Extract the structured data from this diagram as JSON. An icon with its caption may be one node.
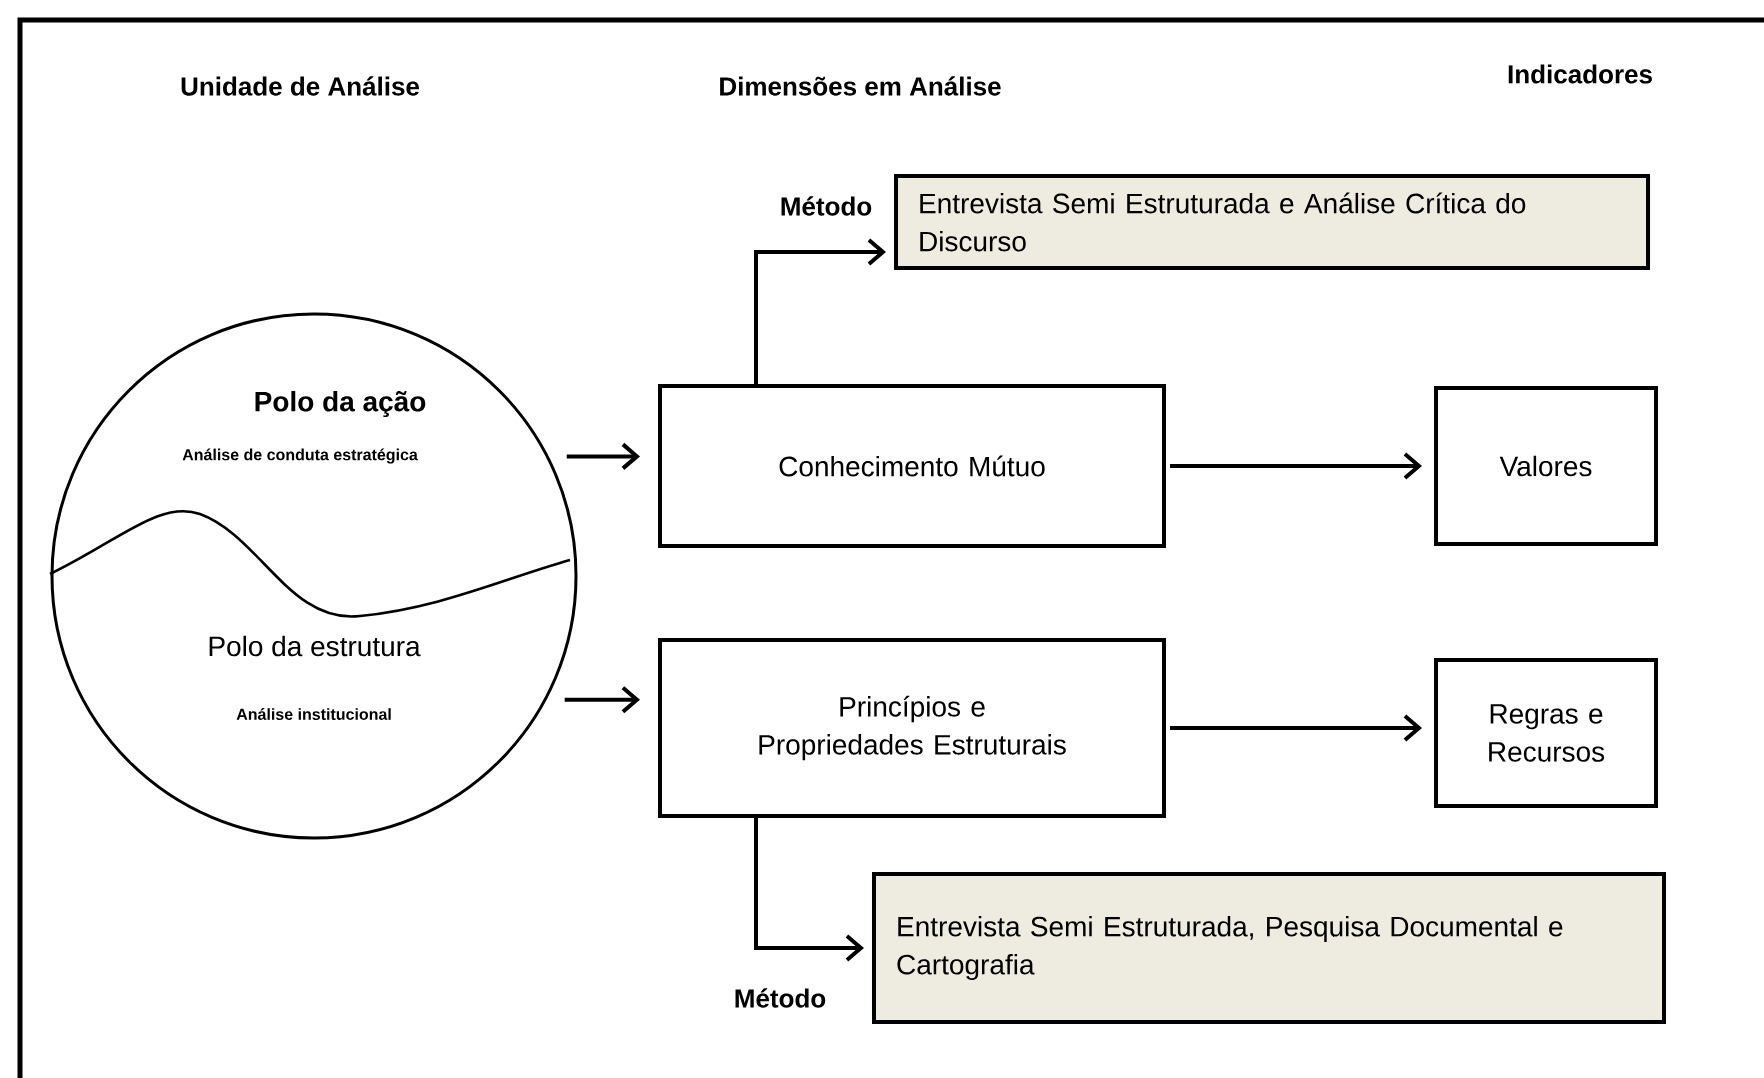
{
  "diagram": {
    "nodes": [
      {
        "text": [
          "Polo da ação",
          "Análise de conduta estratégica",
          "Polo da estrutura",
          "Análise institucional"
        ]
      },
      {
        "text": [
          "Conhecimento Mútuo"
        ]
      },
      {
        "text": [
          "Valores"
        ]
      },
      {
        "text": [
          "Princípios e Propriedades Estruturais"
        ]
      },
      {
        "text": [
          "Regras e Recursos"
        ]
      },
      {
        "text": [
          "Entrevista Semi Estruturada e Análise Crítica do Discurso"
        ]
      },
      {
        "text": [
          "Entrevista Semi Estruturada, Pesquisa Documental e Cartografia"
        ]
      }
    ],
    "edges": [
      {
        "from": 0,
        "to": 1,
        "arrow": "to"
      },
      {
        "from": 0,
        "to": 3,
        "arrow": "to"
      },
      {
        "from": 1,
        "to": 2,
        "arrow": "to"
      },
      {
        "from": 3,
        "to": 4,
        "arrow": "to"
      },
      {
        "from": 1,
        "to": 5,
        "arrow": "to",
        "label": "Método"
      },
      {
        "from": 3,
        "to": 6,
        "arrow": "to",
        "label": "Método"
      }
    ],
    "labels": [
      "Unidade de Análise",
      "Dimensões em Análise",
      "Indicadores"
    ]
  }
}
